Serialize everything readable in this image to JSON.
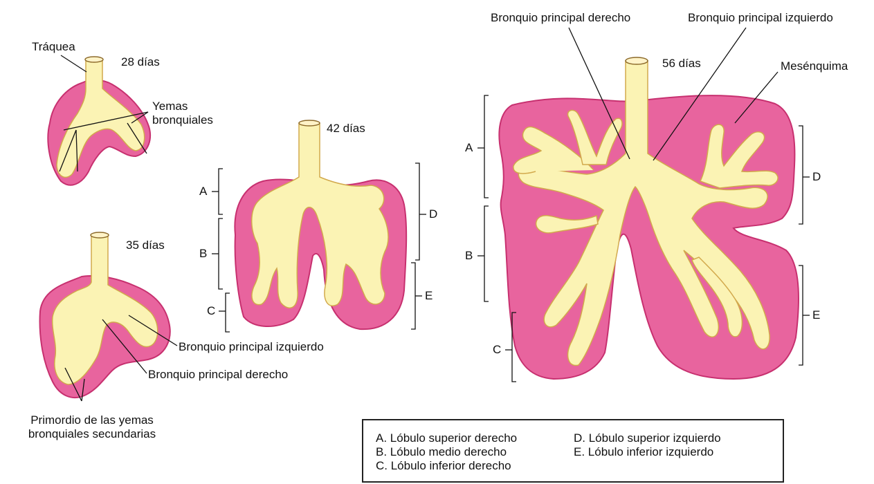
{
  "labels": {
    "traquea": "Tráquea",
    "dias28": "28 días",
    "yemas": "Yemas\nbronquiales",
    "dias35": "35 días",
    "bronquio_izq_35": "Bronquio principal izquierdo",
    "bronquio_der_35": "Bronquio principal derecho",
    "primordio": "Primordio de las yemas\nbronquiales secundarias",
    "dias42": "42 días",
    "dias56": "56 días",
    "bronquio_der_56": "Bronquio principal derecho",
    "bronquio_izq_56": "Bronquio principal izquierdo",
    "mesenquima": "Mesénquima"
  },
  "brackets": {
    "A": "A",
    "B": "B",
    "C": "C",
    "D": "D",
    "E": "E"
  },
  "legend": {
    "left": [
      "A. Lóbulo superior derecho",
      "B. Lóbulo medio derecho",
      "C. Lóbulo inferior derecho"
    ],
    "right": [
      "D. Lóbulo superior izquierdo",
      "E. Lóbulo inferior izquierdo"
    ]
  },
  "colors": {
    "mesenchyme": "#e8649e",
    "mesenchyme_edge": "#c7306f",
    "bud": "#fbf3b4",
    "bud_edge": "#d2a94c"
  }
}
